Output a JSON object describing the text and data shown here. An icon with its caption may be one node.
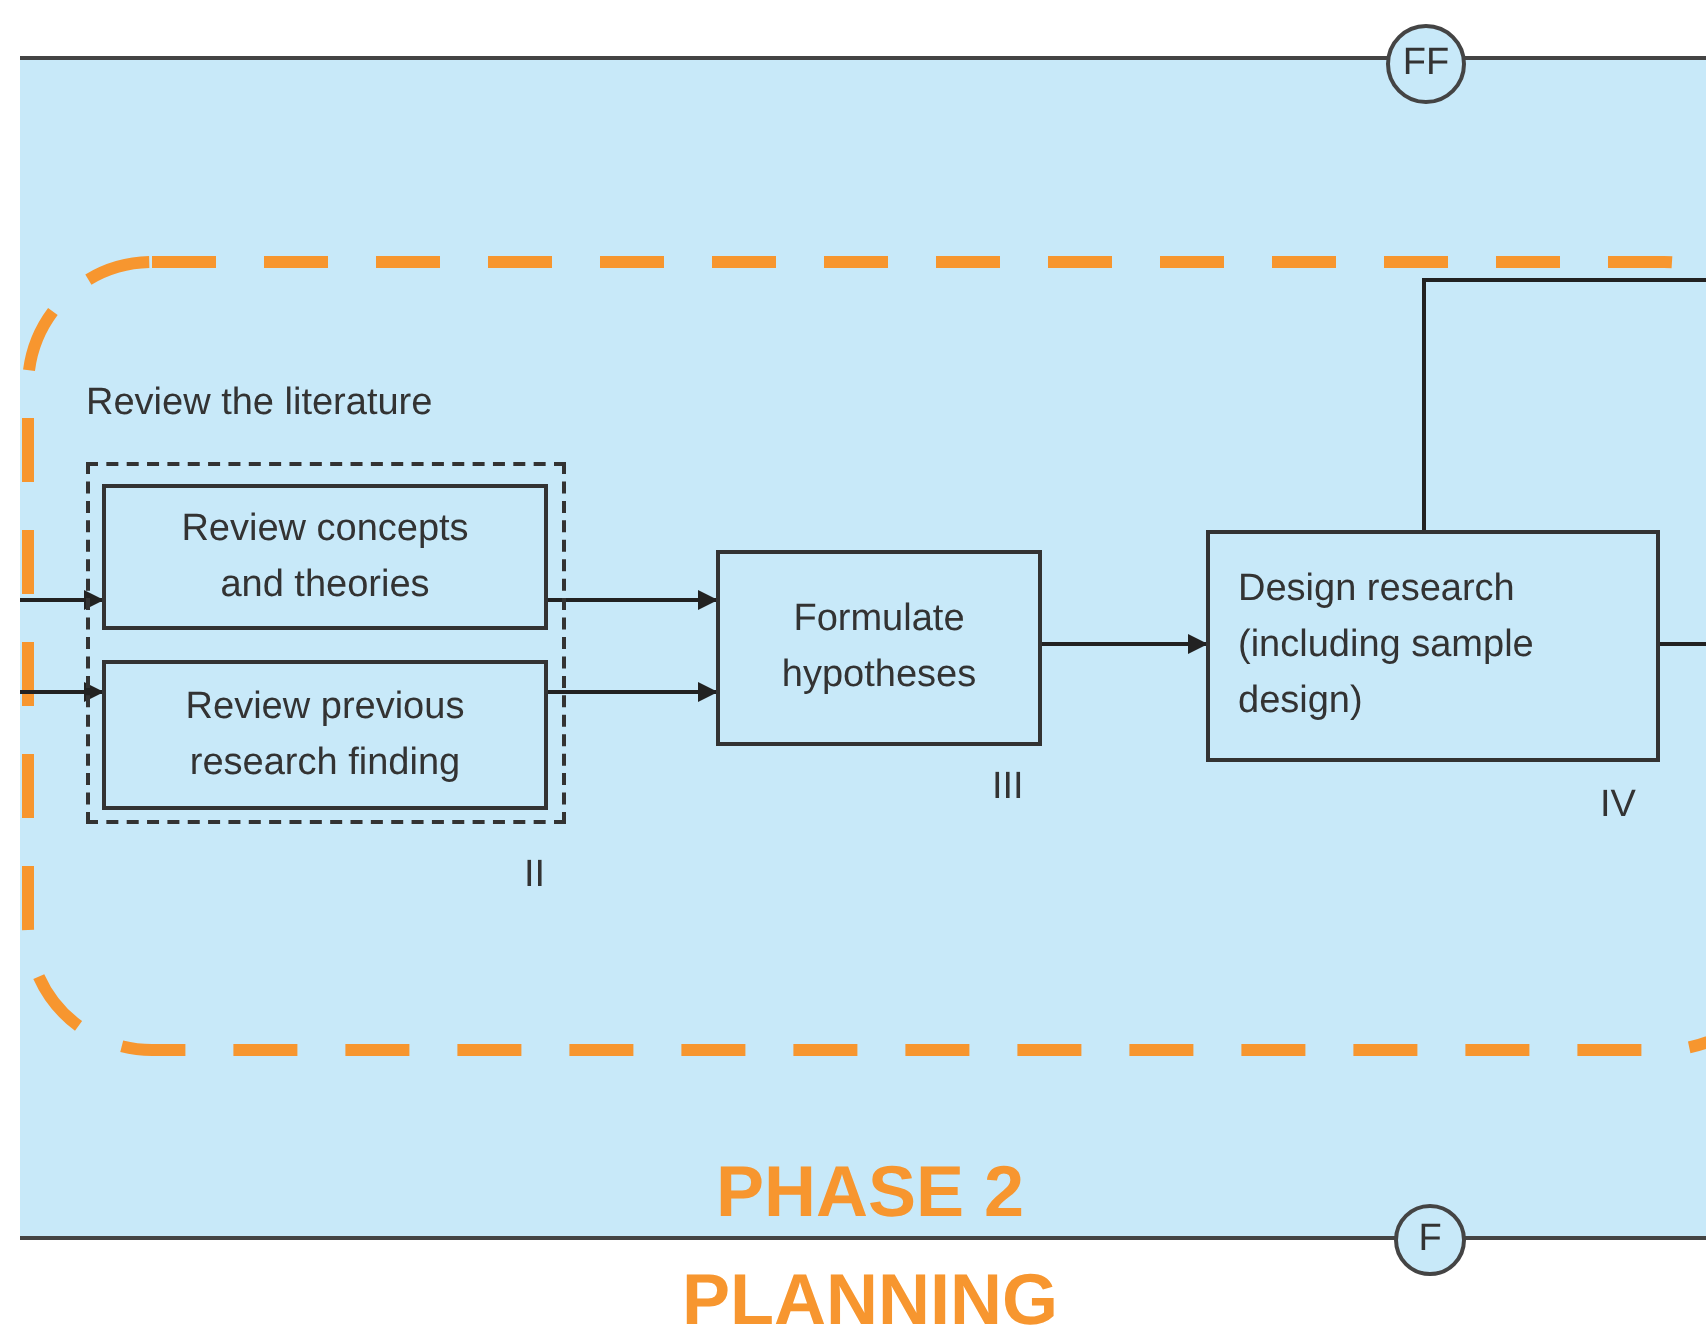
{
  "diagram": {
    "nodes": [
      {
        "text": [
          "Review the literature"
        ],
        "beside": [
          "II"
        ]
      },
      {
        "text": [
          "Review concepts and theories"
        ],
        "in": 0
      },
      {
        "text": [
          "Review previous research finding"
        ],
        "in": 0
      },
      {
        "text": [
          "Formulate hypotheses"
        ],
        "beside": [
          "III"
        ]
      },
      {
        "text": [
          "Design research (including sample design)"
        ],
        "beside": [
          "IV"
        ]
      },
      {
        "text": [
          "FF"
        ]
      },
      {
        "text": [
          "F"
        ]
      }
    ],
    "edges": [
      {
        "from": null,
        "to": 1,
        "arrow": "to"
      },
      {
        "from": null,
        "to": 2,
        "arrow": "to"
      },
      {
        "from": 1,
        "to": 3,
        "arrow": "to"
      },
      {
        "from": 2,
        "to": 3,
        "arrow": "to"
      },
      {
        "from": 3,
        "to": 4,
        "arrow": "to"
      },
      {
        "from": 4,
        "to": null,
        "arrow": "none"
      },
      {
        "from": 4,
        "to": null,
        "arrow": "none"
      }
    ],
    "labels": [
      "PHASE 2",
      "PLANNING"
    ]
  }
}
